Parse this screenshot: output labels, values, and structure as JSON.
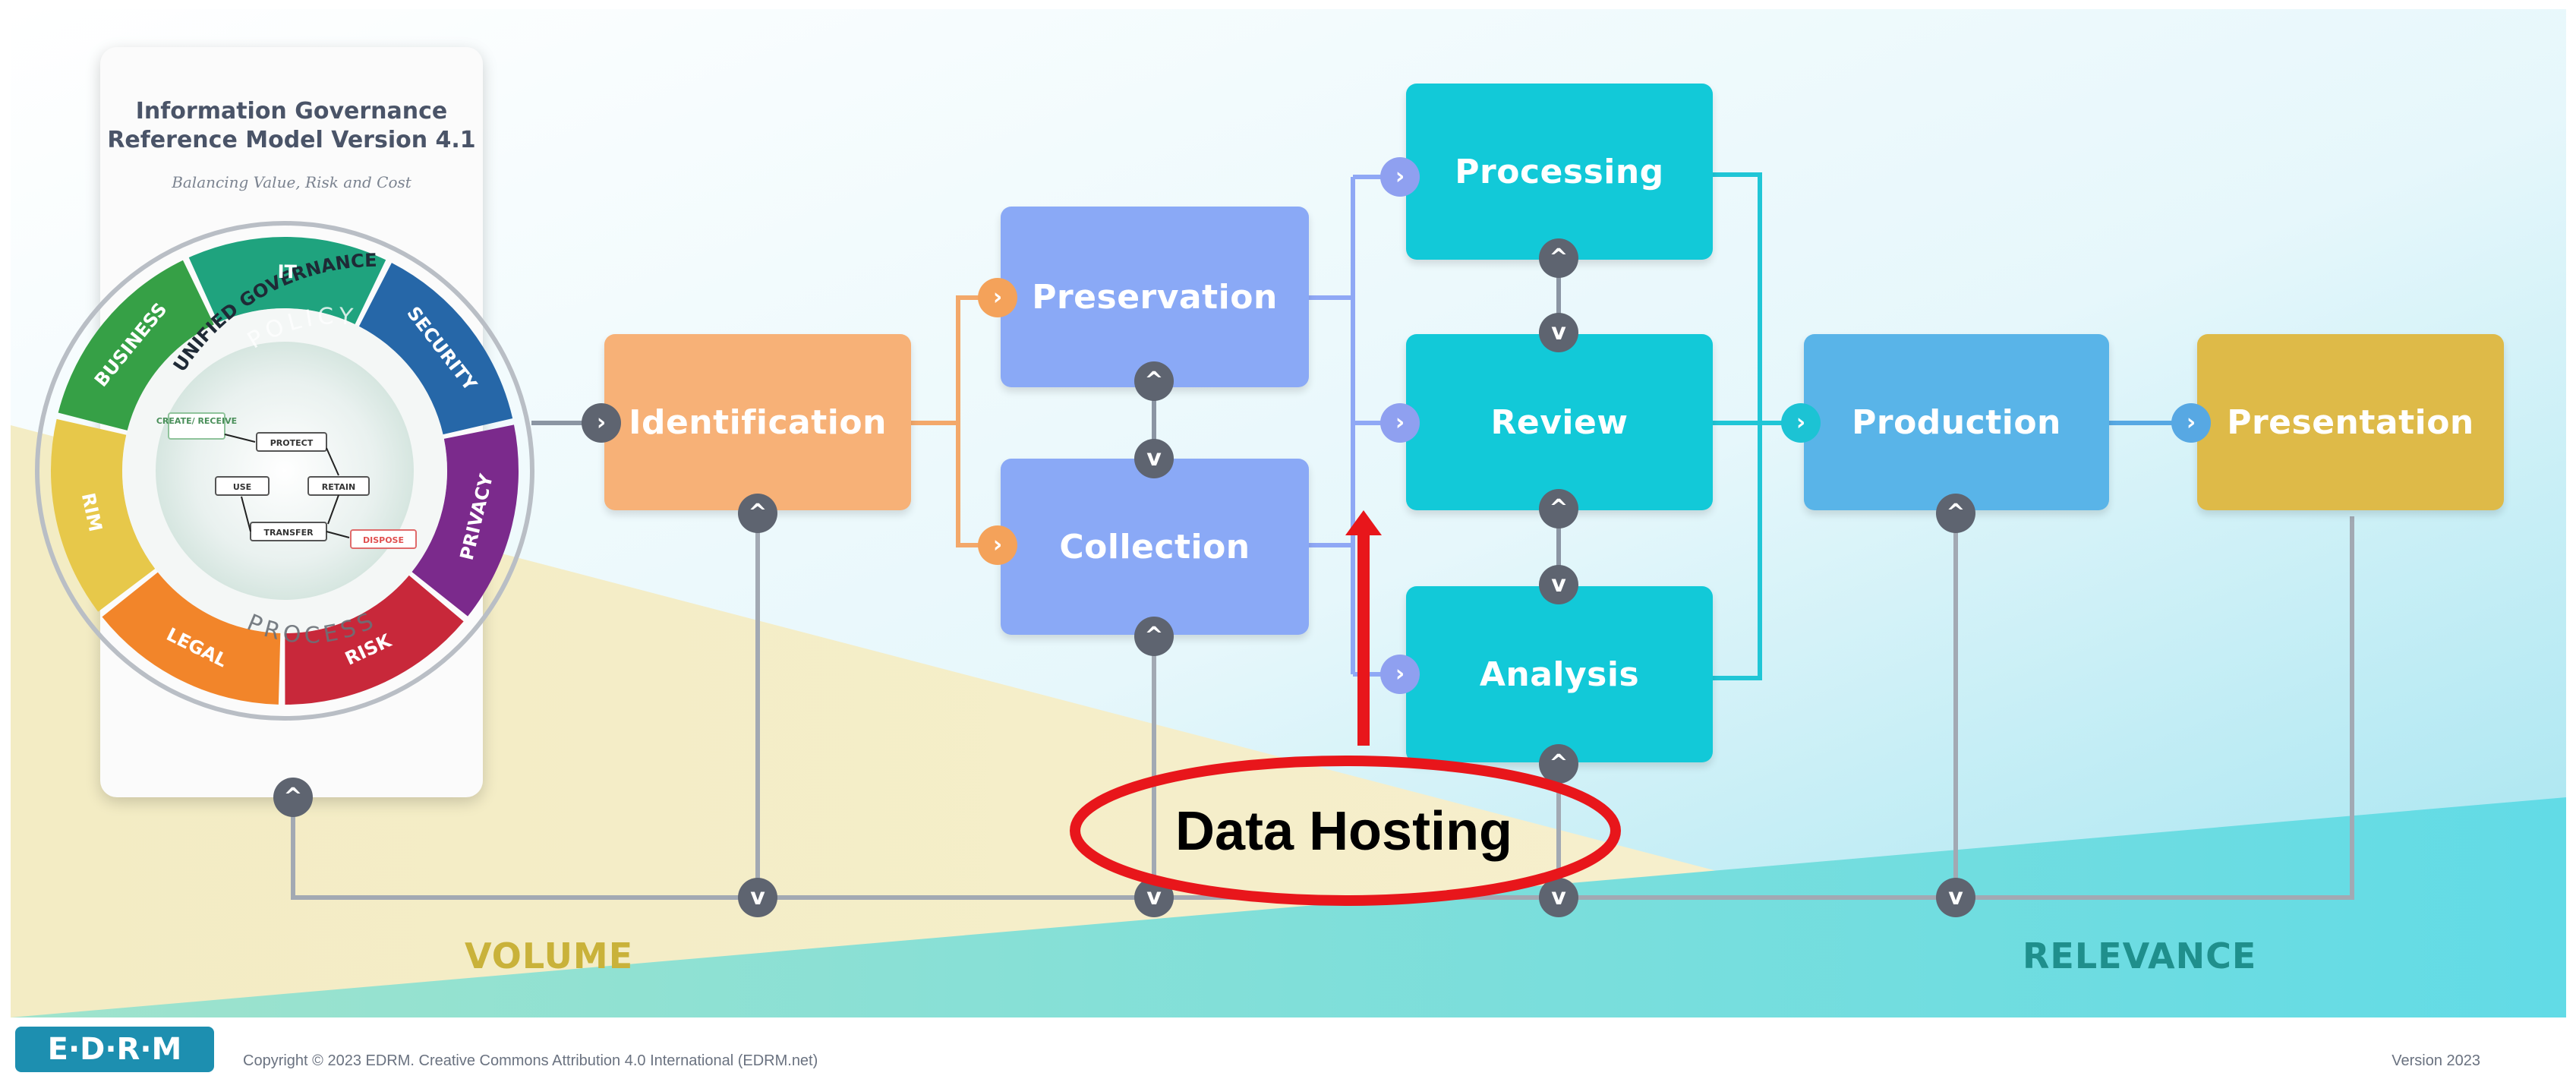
{
  "ig_model": {
    "title_line1": "Information Governance",
    "title_line2": "Reference Model Version 4.1",
    "subtitle": "Balancing Value, Risk and Cost",
    "outer_label": "UNIFIED GOVERNANCE",
    "segments": [
      "IT",
      "SECURITY",
      "PRIVACY",
      "RISK",
      "LEGAL",
      "RIM",
      "BUSINESS"
    ],
    "segment_colors": [
      "#1fa37e",
      "#2667a8",
      "#7b2a8c",
      "#c8283a",
      "#f2852a",
      "#e7c84a",
      "#36a046"
    ],
    "inner_top": "POLICY",
    "inner_bottom": "PROCESS",
    "lifecycle": {
      "create": "CREATE/ RECEIVE",
      "protect": "PROTECT",
      "use": "USE",
      "retain": "RETAIN",
      "transfer": "TRANSFER",
      "dispose": "DISPOSE"
    }
  },
  "stages": {
    "identification": {
      "label": "Identification",
      "color": "#f7b177"
    },
    "preservation": {
      "label": "Preservation",
      "color": "#8aa9f6"
    },
    "collection": {
      "label": "Collection",
      "color": "#8aa9f6"
    },
    "processing": {
      "label": "Processing",
      "color": "#12c9d8"
    },
    "review": {
      "label": "Review",
      "color": "#12c9d8"
    },
    "analysis": {
      "label": "Analysis",
      "color": "#12c9d8"
    },
    "production": {
      "label": "Production",
      "color": "#59b4e8"
    },
    "presentation": {
      "label": "Presentation",
      "color": "#deba48"
    }
  },
  "axis": {
    "volume": "VOLUME",
    "relevance": "RELEVANCE"
  },
  "annotation": {
    "label": "Data Hosting",
    "color": "#e8161b"
  },
  "footer": {
    "logo": "E·D·R·M",
    "copyright": "Copyright © 2023 EDRM. Creative Commons Attribution 4.0 International (EDRM.net)",
    "version": "Version 2023"
  },
  "icons": {
    "chevron_right": "›",
    "chevron_up": "^",
    "chevron_down": "v"
  }
}
